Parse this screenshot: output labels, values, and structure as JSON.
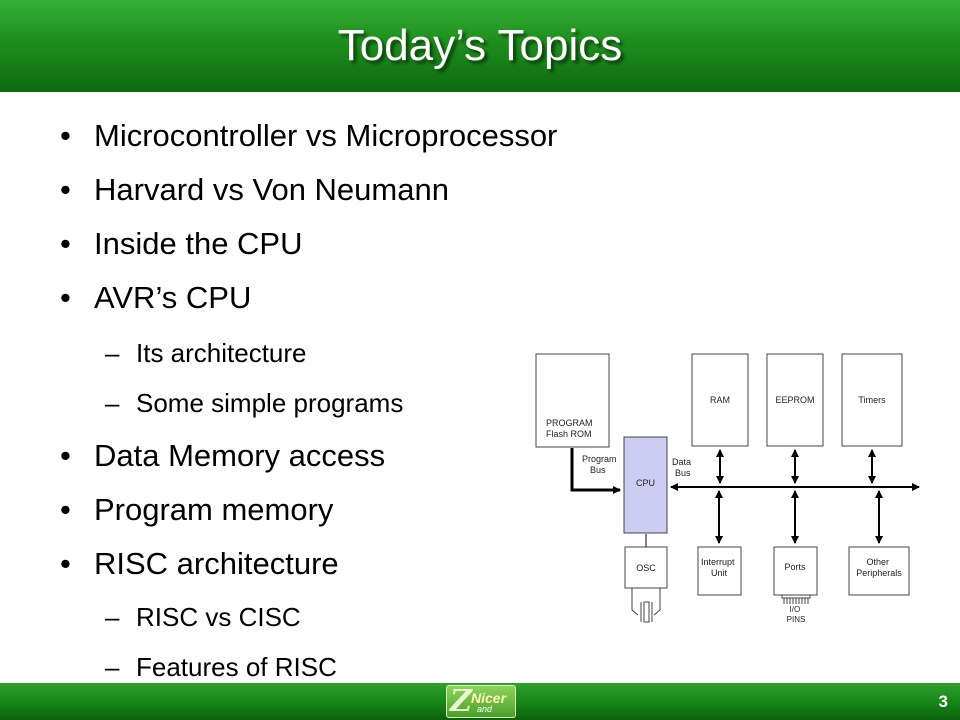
{
  "slide": {
    "title": "Today’s Topics",
    "bullets": [
      {
        "level": 1,
        "marker": "•",
        "text": "Microcontroller vs Microprocessor"
      },
      {
        "level": 1,
        "marker": "•",
        "text": "Harvard vs Von Neumann"
      },
      {
        "level": 1,
        "marker": "•",
        "text": "Inside the CPU"
      },
      {
        "level": 1,
        "marker": "•",
        "text": "AVR’s CPU"
      },
      {
        "level": 2,
        "marker": "–",
        "text": "Its architecture"
      },
      {
        "level": 2,
        "marker": "–",
        "text": "Some simple programs"
      },
      {
        "level": 1,
        "marker": "•",
        "text": "Data Memory access"
      },
      {
        "level": 1,
        "marker": "•",
        "text": "Program memory"
      },
      {
        "level": 1,
        "marker": "•",
        "text": "RISC architecture"
      },
      {
        "level": 2,
        "marker": "–",
        "text": "RISC vs CISC"
      },
      {
        "level": 2,
        "marker": "–",
        "text": "Features of RISC"
      }
    ],
    "page_number": "3"
  },
  "diagram": {
    "program_flash": [
      "PROGRAM",
      "Flash ROM"
    ],
    "program_bus": [
      "Program",
      "Bus"
    ],
    "cpu": "CPU",
    "data_bus": [
      "Data",
      "Bus"
    ],
    "ram": "RAM",
    "eeprom": "EEPROM",
    "timers": "Timers",
    "interrupt_unit": [
      "Interrupt",
      "Unit"
    ],
    "ports": "Ports",
    "other_peripherals": [
      "Other",
      "Peripherals"
    ],
    "osc": "OSC",
    "io_pins": [
      "I/O",
      "PINS"
    ]
  },
  "logo": {
    "letter": "Z",
    "word": "Nicer",
    "sub": "and"
  },
  "colors": {
    "title_bar": "#1e8e1e",
    "cpu_fill": "#ccccf2",
    "title_text": "#ffffff"
  }
}
